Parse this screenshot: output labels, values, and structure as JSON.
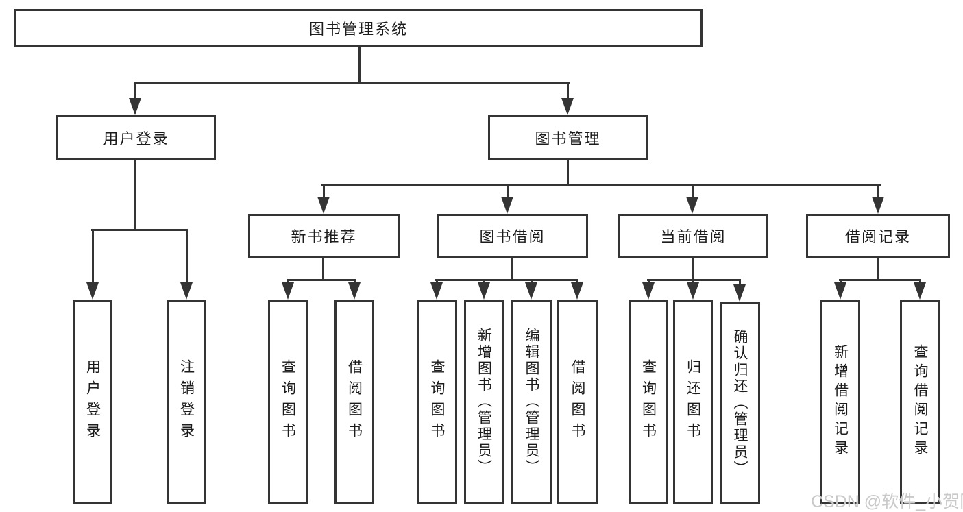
{
  "diagram_title": "图书管理系统",
  "colors": {
    "line": "#343434",
    "text": "#1c1c1c",
    "background": "#ffffff",
    "watermark": "#c9c9c9"
  },
  "tree": {
    "label": "图书管理系统",
    "children": [
      {
        "label": "用户登录",
        "children": [
          {
            "label": "用户登录"
          },
          {
            "label": "注销登录"
          }
        ]
      },
      {
        "label": "图书管理",
        "children": [
          {
            "label": "新书推荐",
            "children": [
              {
                "label": "查询图书"
              },
              {
                "label": "借阅图书"
              }
            ]
          },
          {
            "label": "图书借阅",
            "children": [
              {
                "label": "查询图书"
              },
              {
                "label": "新增图书（管理员）"
              },
              {
                "label": "编辑图书（管理员）"
              },
              {
                "label": "借阅图书"
              }
            ]
          },
          {
            "label": "当前借阅",
            "children": [
              {
                "label": "查询图书"
              },
              {
                "label": "归还图书"
              },
              {
                "label": "确认归还（管理员）"
              }
            ]
          },
          {
            "label": "借阅记录",
            "children": [
              {
                "label": "新增借阅记录"
              },
              {
                "label": "查询借阅记录"
              }
            ]
          }
        ]
      }
    ]
  },
  "watermark": {
    "text": "CSDN @软件_小贺同学"
  }
}
